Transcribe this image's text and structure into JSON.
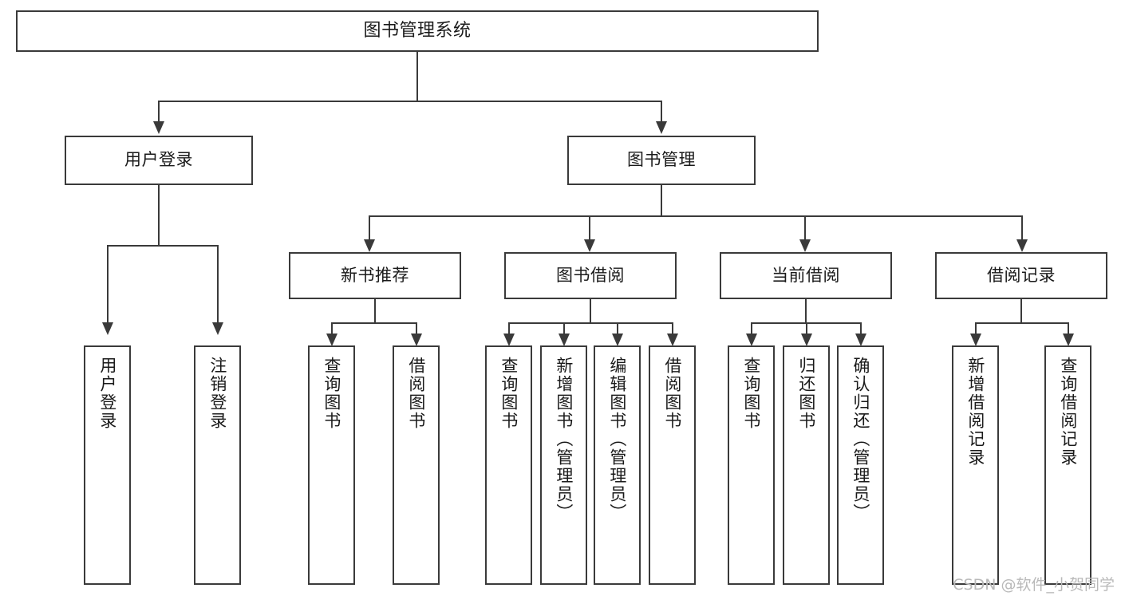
{
  "diagram": {
    "type": "tree-hierarchy",
    "title": "图书管理系统",
    "colors": {
      "stroke": "#3a3a3a",
      "fill": "#ffffff",
      "text": "#1a1a1a",
      "watermark": "#b9b9b9"
    },
    "levels": {
      "level1": [
        "图书管理系统"
      ],
      "level2": [
        "用户登录",
        "图书管理"
      ],
      "level3": [
        "新书推荐",
        "图书借阅",
        "当前借阅",
        "借阅记录"
      ],
      "level4": [
        "用户登录",
        "注销登录",
        "查询图书",
        "借阅图书",
        "查询图书",
        "新增图书（管理员）",
        "编辑图书（管理员）",
        "借阅图书",
        "查询图书",
        "归还图书",
        "确认归还（管理员）",
        "新增借阅记录",
        "查询借阅记录"
      ]
    },
    "root": {
      "label": "图书管理系统"
    },
    "branch_user_login": {
      "label": "用户登录"
    },
    "branch_book_mgmt": {
      "label": "图书管理"
    },
    "group_new_books": {
      "label": "新书推荐"
    },
    "group_borrow": {
      "label": "图书借阅"
    },
    "group_current": {
      "label": "当前借阅"
    },
    "group_records": {
      "label": "借阅记录"
    },
    "leaves": {
      "user_login": "用户登录",
      "user_logout": "注销登录",
      "nb_query": "查询图书",
      "nb_borrow": "借阅图书",
      "bb_query": "查询图书",
      "bb_add": "新增图书（管理员）",
      "bb_edit": "编辑图书（管理员）",
      "bb_borrow": "借阅图书",
      "cb_query": "查询图书",
      "cb_return": "归还图书",
      "cb_confirm": "确认归还（管理员）",
      "rec_add": "新增借阅记录",
      "rec_query": "查询借阅记录"
    },
    "watermark": "CSDN @软件_小贺同学"
  }
}
